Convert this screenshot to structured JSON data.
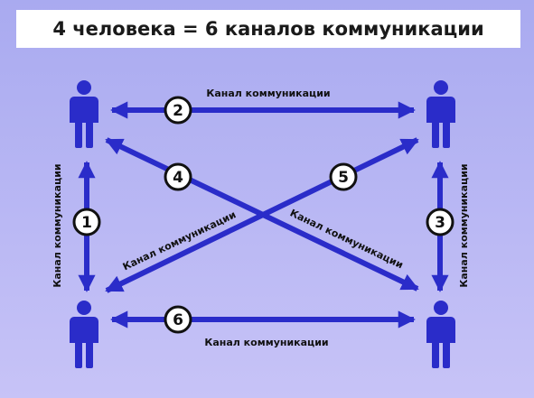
{
  "title": "4 человека = 6 каналов коммуникации",
  "channel_label": "Канал коммуникации",
  "numbers": [
    "1",
    "2",
    "3",
    "4",
    "5",
    "6"
  ],
  "colors": {
    "arrow": "#2a2cc9",
    "person": "#2a2cc9",
    "badge_fill": "#ffffff",
    "badge_stroke": "#111111"
  },
  "icons": [
    "person-icon"
  ]
}
